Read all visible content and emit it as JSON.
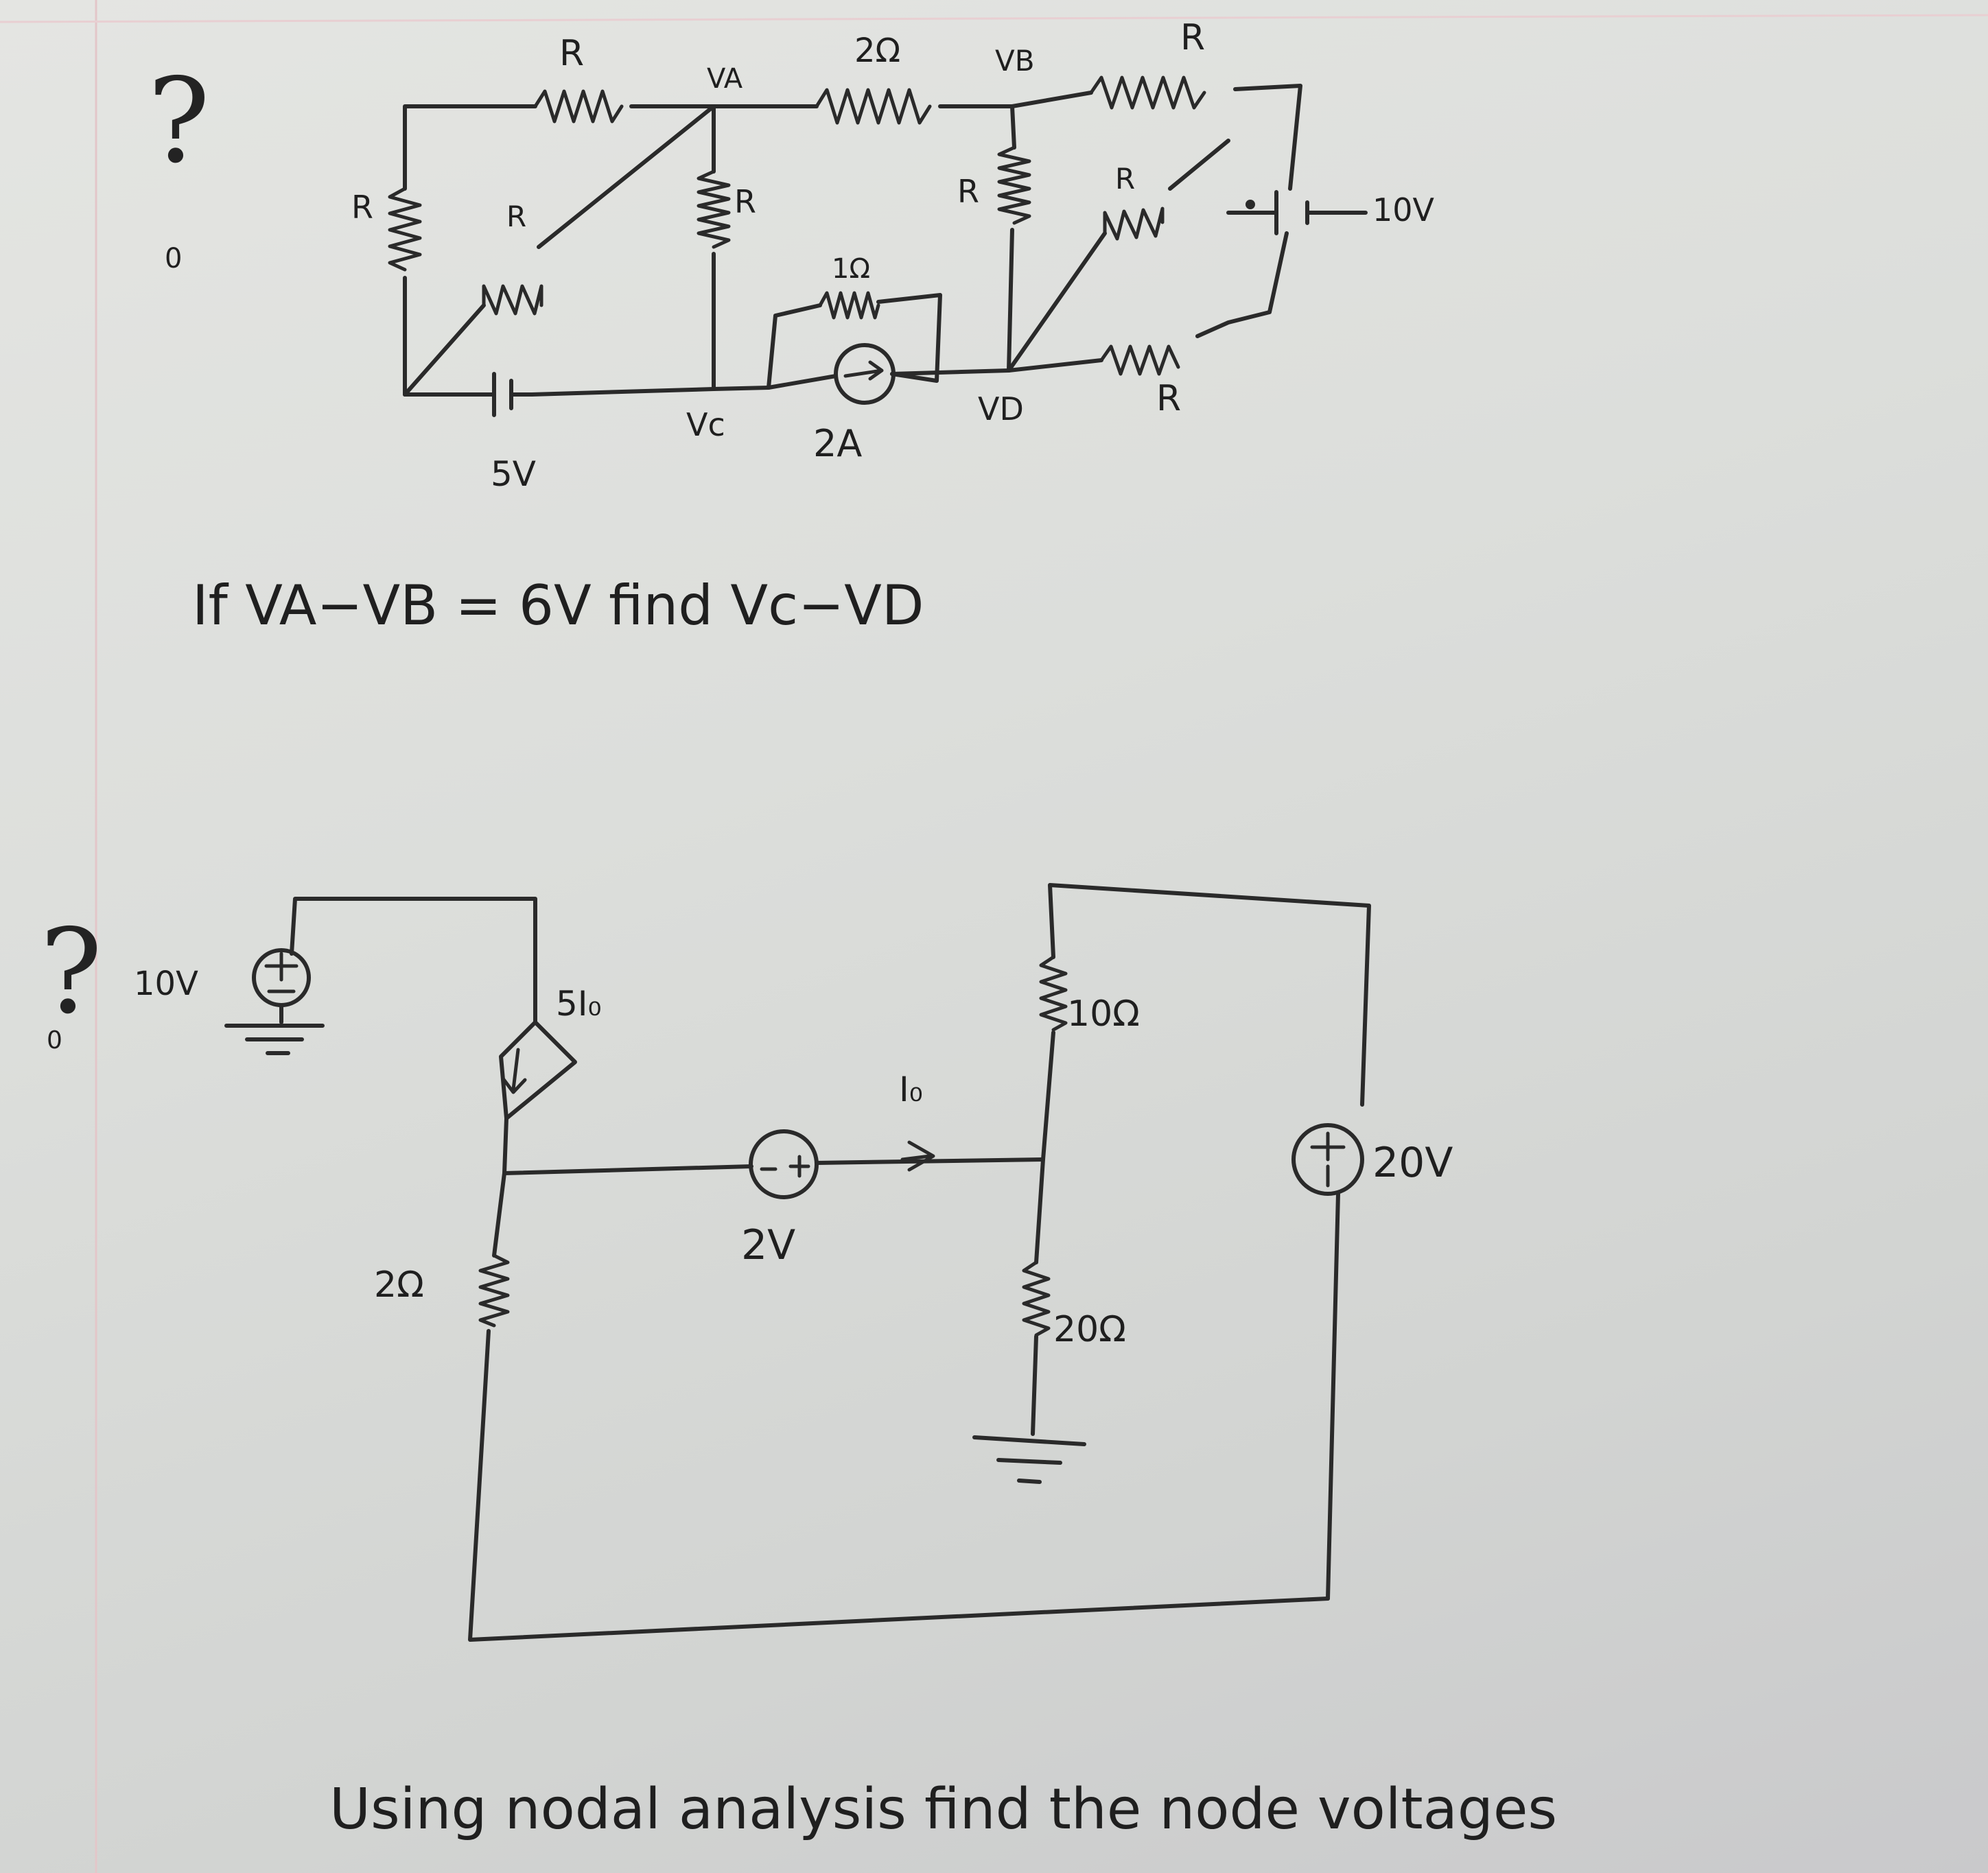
{
  "problem1": {
    "question_mark": "?",
    "number": "0",
    "labels": {
      "va": "VA",
      "vb": "VB",
      "vc": "Vc",
      "vd": "VD",
      "r_top_left": "R",
      "r_top_mid": "2Ω",
      "r_top_right": "R",
      "r_left": "R",
      "r_diag_left": "R",
      "r_center": "R",
      "r_b_vertical": "R",
      "r_diag_right": "R",
      "r_1ohm": "1Ω",
      "r_bottom_right": "R",
      "src_5v": "5V",
      "src_10v": "10V",
      "src_2a": "2A"
    },
    "statement": "If VA−VB = 6V find Vc−VD"
  },
  "problem2": {
    "question_mark": "?",
    "number": "0",
    "labels": {
      "src_10v": "10V",
      "dep_src": "5I₀",
      "r_2ohm": "2Ω",
      "src_2v": "2V",
      "current_io": "I₀",
      "r_10ohm": "10Ω",
      "r_20ohm": "20Ω",
      "src_20v": "20V"
    },
    "statement": "Using nodal analysis find the node voltages"
  }
}
